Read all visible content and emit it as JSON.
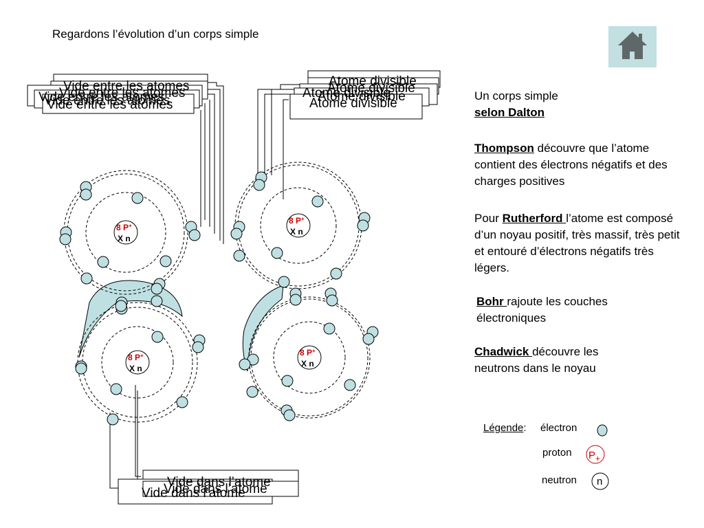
{
  "title": "Regardons l’évolution d’un corps simple",
  "home": {
    "icon": "home-icon",
    "color": "#c2dfe2",
    "icon_color": "#5f6868"
  },
  "colors": {
    "electron": "#bfe0e2",
    "proton_text": "#cc0000",
    "orbit": "#000000"
  },
  "atom": {
    "protons": "8 P",
    "proton_sup": "+",
    "neutrons": "X  n"
  },
  "callouts": {
    "top_left": "Vide entre les atomes",
    "top_right": "Atome divisible",
    "bottom": "Vide dans l’atome"
  },
  "right_panel": {
    "dalton_line1": "Un corps simple",
    "dalton_name": "selon Dalton",
    "thompson_name": "Thompson",
    "thompson_text": " découvre que l’atome contient des électrons négatifs et des charges positives",
    "rutherford_prefix": "Pour ",
    "rutherford_name": "Rutherford ",
    "rutherford_text": "l’atome est composé d’un noyau positif, très massif, très petit et entouré d’électrons négatifs très légers.",
    "bohr_name": "Bohr ",
    "bohr_text": "rajoute les couches électroniques",
    "chadwick_name": "Chadwick ",
    "chadwick_text": "découvre les neutrons dans le noyau"
  },
  "legend": {
    "title": "Légende",
    "separator": ":",
    "electron": "électron",
    "proton": "proton",
    "proton_symbol": "P",
    "proton_sub": "+",
    "neutron": "neutron",
    "neutron_symbol": "n"
  }
}
